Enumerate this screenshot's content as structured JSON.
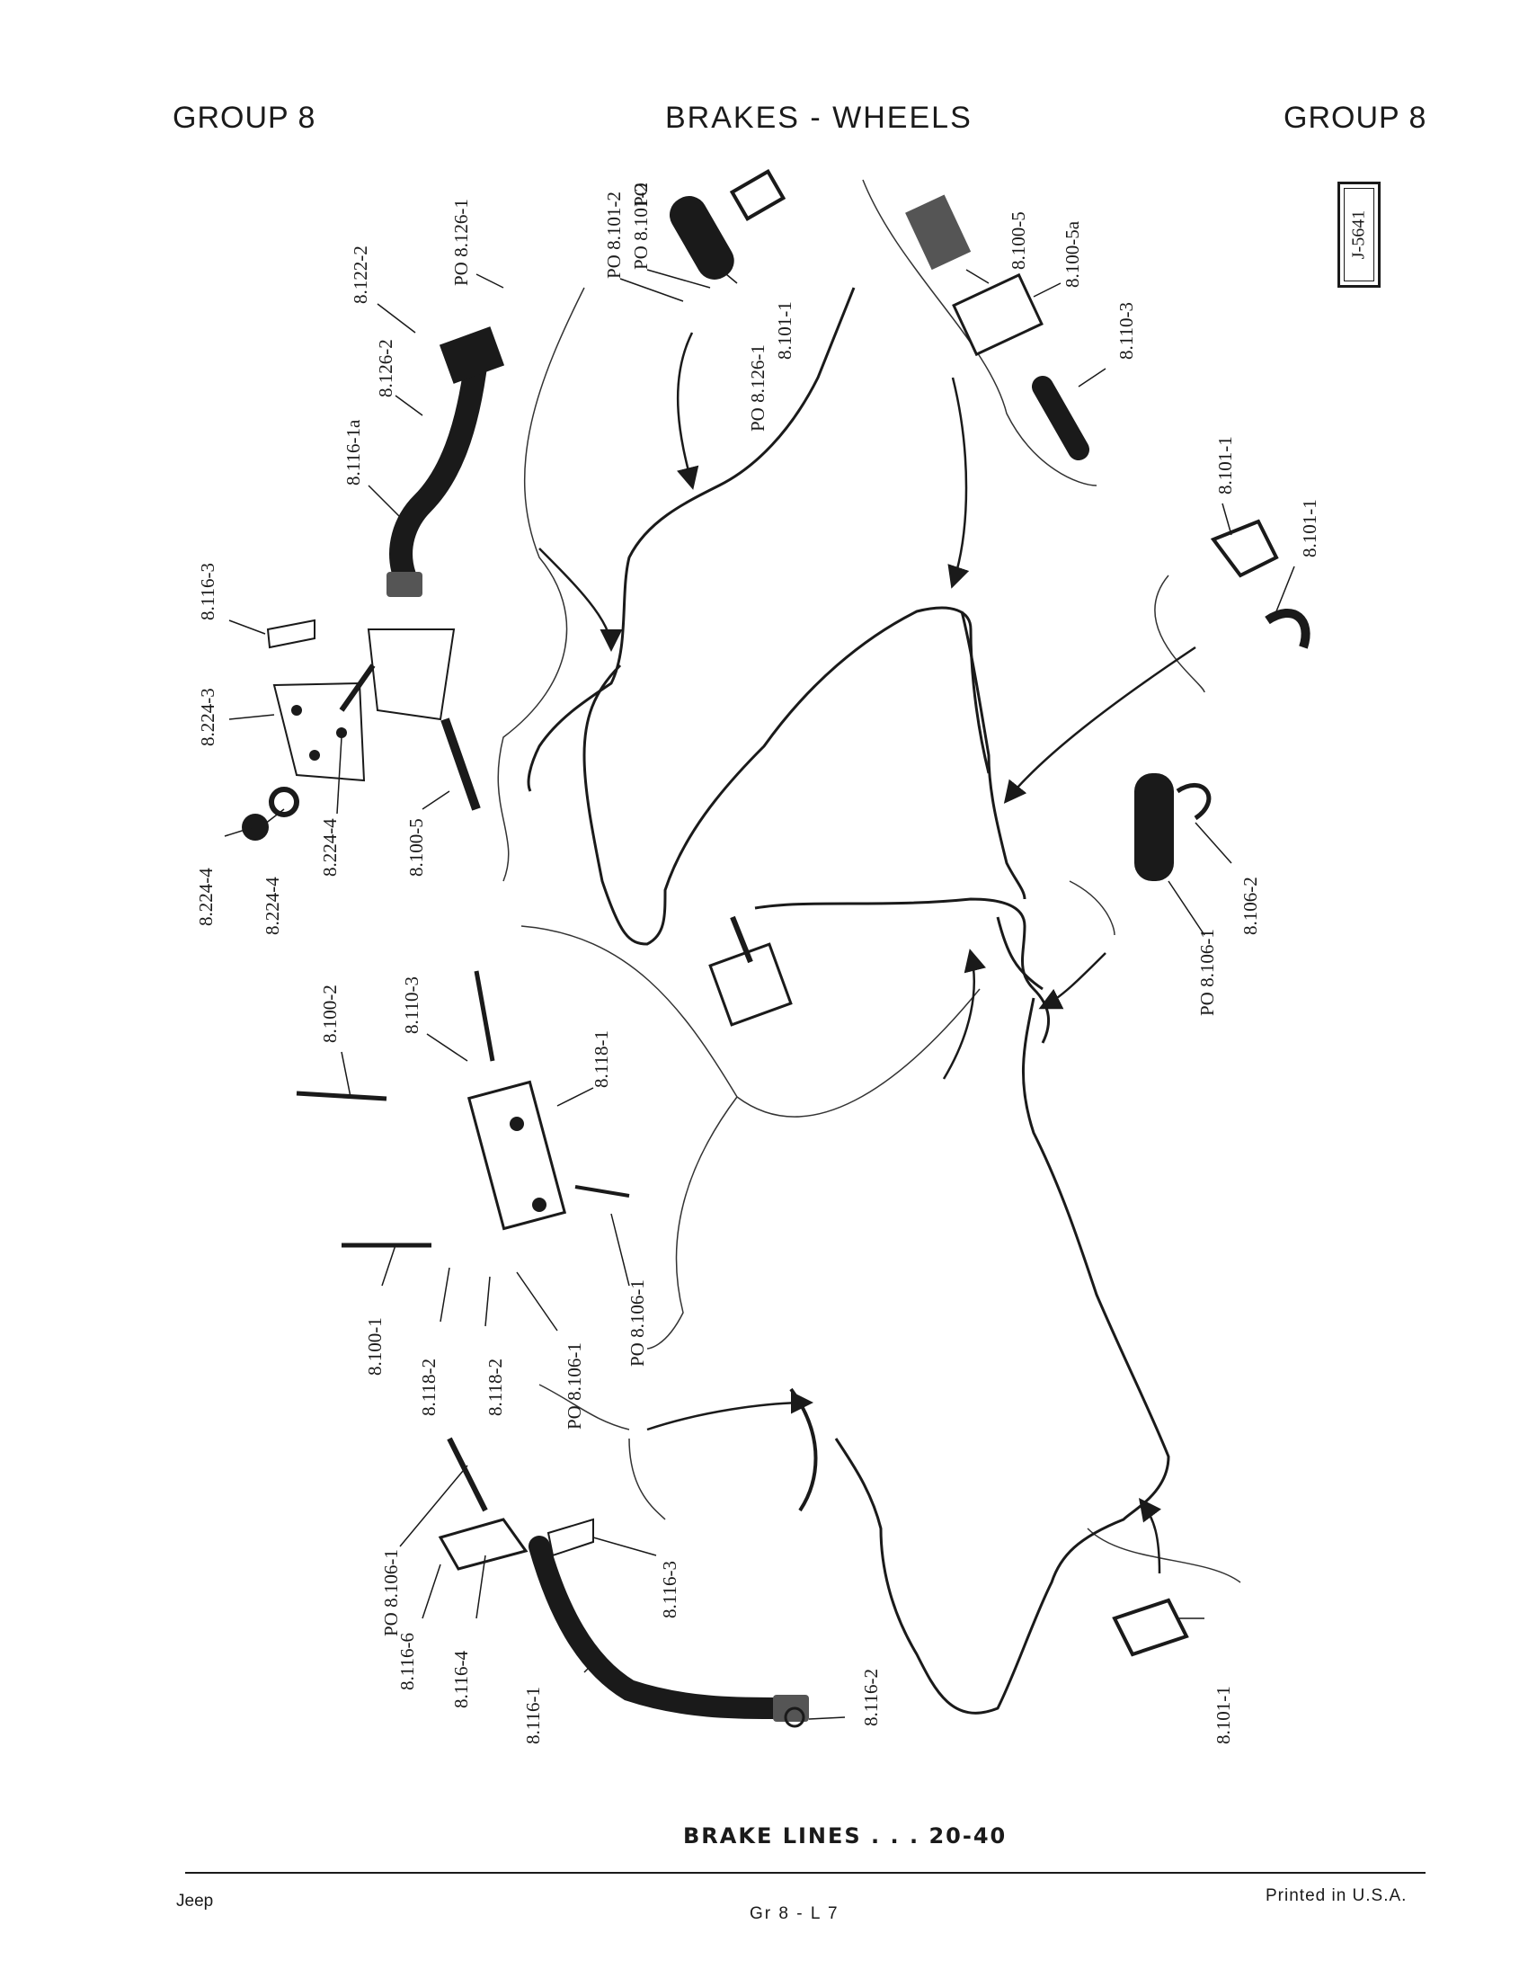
{
  "header": {
    "left": "GROUP 8",
    "center": "BRAKES - WHEELS",
    "right": "GROUP 8"
  },
  "figure_id": "J-5641",
  "callouts": {
    "c01": "8.122-2",
    "c02": "PO 8.126-1",
    "c03": "8.126-2",
    "c04": "8.116-1a",
    "c05": "PO 8.101-2",
    "c06": "PO 8.101-2",
    "c07": "PO",
    "c08": "PO 8.126-1",
    "c09": "8.101-1",
    "c10": "8.100-5",
    "c11": "8.100-5a",
    "c12": "8.110-3",
    "c13": "8.116-3",
    "c14": "8.224-3",
    "c15": "8.224-4",
    "c16": "8.224-4",
    "c17": "8.224-4",
    "c18": "8.100-5",
    "c19": "8.101-1",
    "c20": "8.101-1",
    "c21": "8.106-2",
    "c22": "PO 8.106-1",
    "c23": "8.100-2",
    "c24": "8.110-3",
    "c25": "8.118-1",
    "c26": "PO 8.106-1",
    "c27": "8.100-1",
    "c28": "8.118-2",
    "c29": "8.118-2",
    "c30": "PO 8.106-1",
    "c31": "PO 8.106-1",
    "c32": "8.116-6",
    "c33": "8.116-4",
    "c34": "8.116-3",
    "c35": "8.116-1",
    "c36": "8.116-2",
    "c37": "8.101-1"
  },
  "caption": "BRAKE LINES . . . 20-40",
  "footer": {
    "left": "Jeep",
    "center": "Gr 8 - L 7",
    "right": "Printed in U.S.A."
  }
}
